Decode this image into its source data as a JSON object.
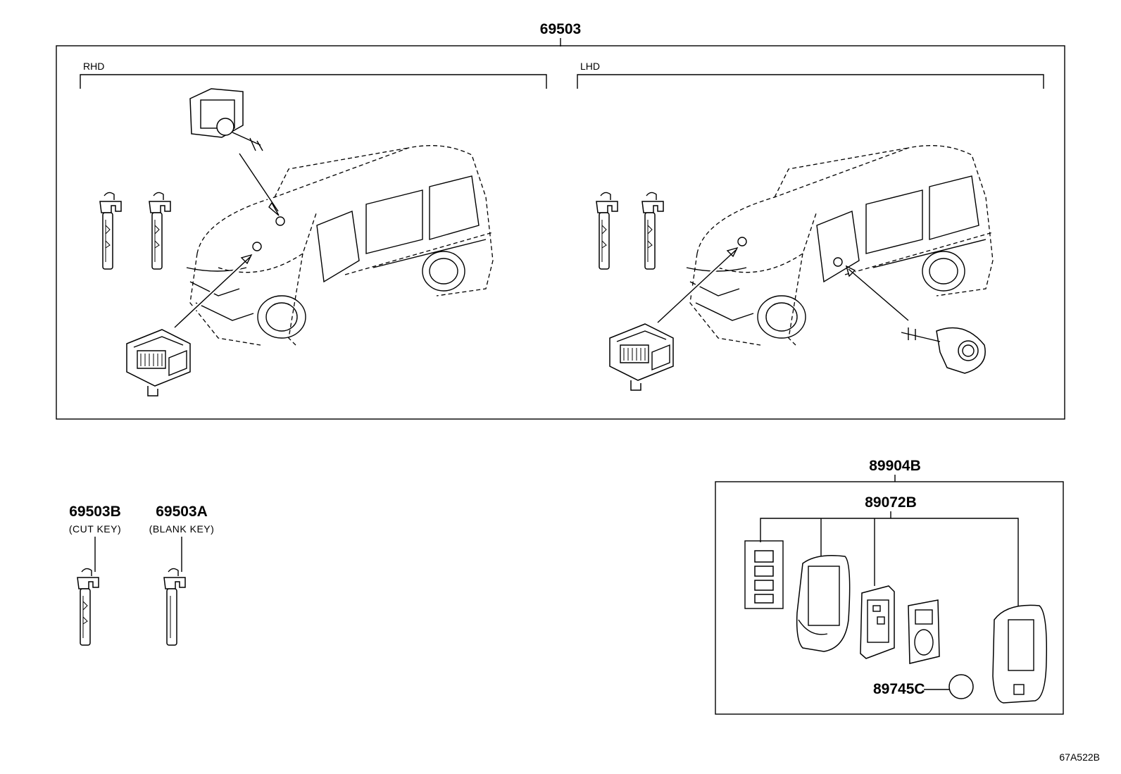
{
  "labels": {
    "main_kit": "69503",
    "rhd": "RHD",
    "lhd": "LHD",
    "cut_key_pn": "69503B",
    "cut_key_desc": "(CUT KEY)",
    "blank_key_pn": "69503A",
    "blank_key_desc": "(BLANK KEY)",
    "transmitter_assy": "89904B",
    "transmitter_housing": "89072B",
    "battery": "89745C",
    "diagram_code": "67A522B"
  },
  "icons": [
    "key-icon",
    "van-illustration",
    "ignition-switch",
    "door-lock-cylinder",
    "remote-transmitter",
    "coin-battery"
  ]
}
